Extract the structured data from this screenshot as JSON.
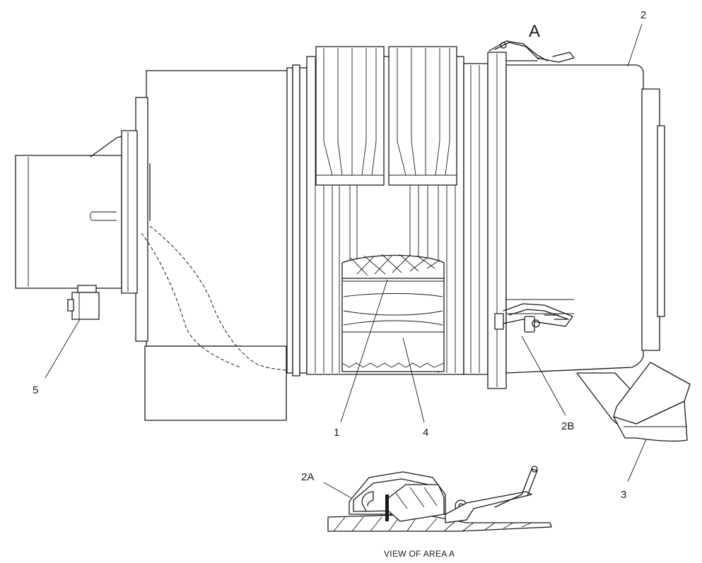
{
  "view_marker": "A",
  "callouts": {
    "c1": "1",
    "c2": "2",
    "c2a": "2A",
    "c2b": "2B",
    "c3": "3",
    "c4": "4",
    "c5": "5"
  },
  "detail_caption": "VIEW OF AREA A"
}
